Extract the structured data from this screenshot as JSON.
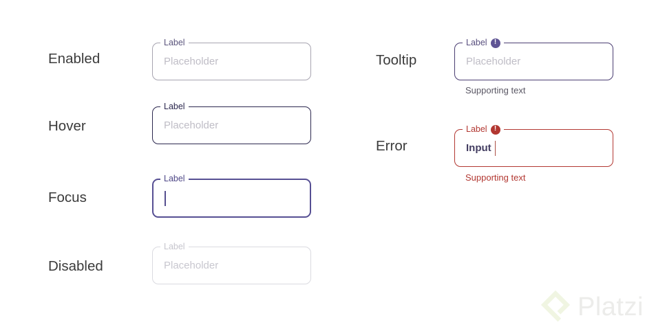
{
  "page": {
    "background": "#ffffff"
  },
  "colors": {
    "enabled_border": "#a7a4b0",
    "enabled_label": "#5a547c",
    "hover_border": "#2b274e",
    "focus_border": "#564f93",
    "disabled_border": "#dadae0",
    "disabled_text": "#c8c7cf",
    "tooltip_border": "#4a3d72",
    "tooltip_badge": "#5f5494",
    "error": "#b23731",
    "placeholder": "#bfbdc6",
    "input_text": "#443e62",
    "state_label_text": "#3b3b3b",
    "supporting_gray": "#5a5764",
    "watermark_green": "#f0f5e2",
    "watermark_gray": "#ececea"
  },
  "icons": {
    "badge_glyph": "!"
  },
  "fields": [
    {
      "state": "Enabled",
      "label": "Label",
      "placeholder": "Placeholder"
    },
    {
      "state": "Hover",
      "label": "Label",
      "placeholder": "Placeholder"
    },
    {
      "state": "Focus",
      "label": "Label"
    },
    {
      "state": "Disabled",
      "label": "Label",
      "placeholder": "Placeholder"
    },
    {
      "state": "Tooltip",
      "label": "Label",
      "placeholder": "Placeholder",
      "supporting_text": "Supporting text"
    },
    {
      "state": "Error",
      "label": "Label",
      "value": "Input",
      "supporting_text": "Supporting text"
    }
  ],
  "watermark": {
    "brand": "Platzi"
  }
}
